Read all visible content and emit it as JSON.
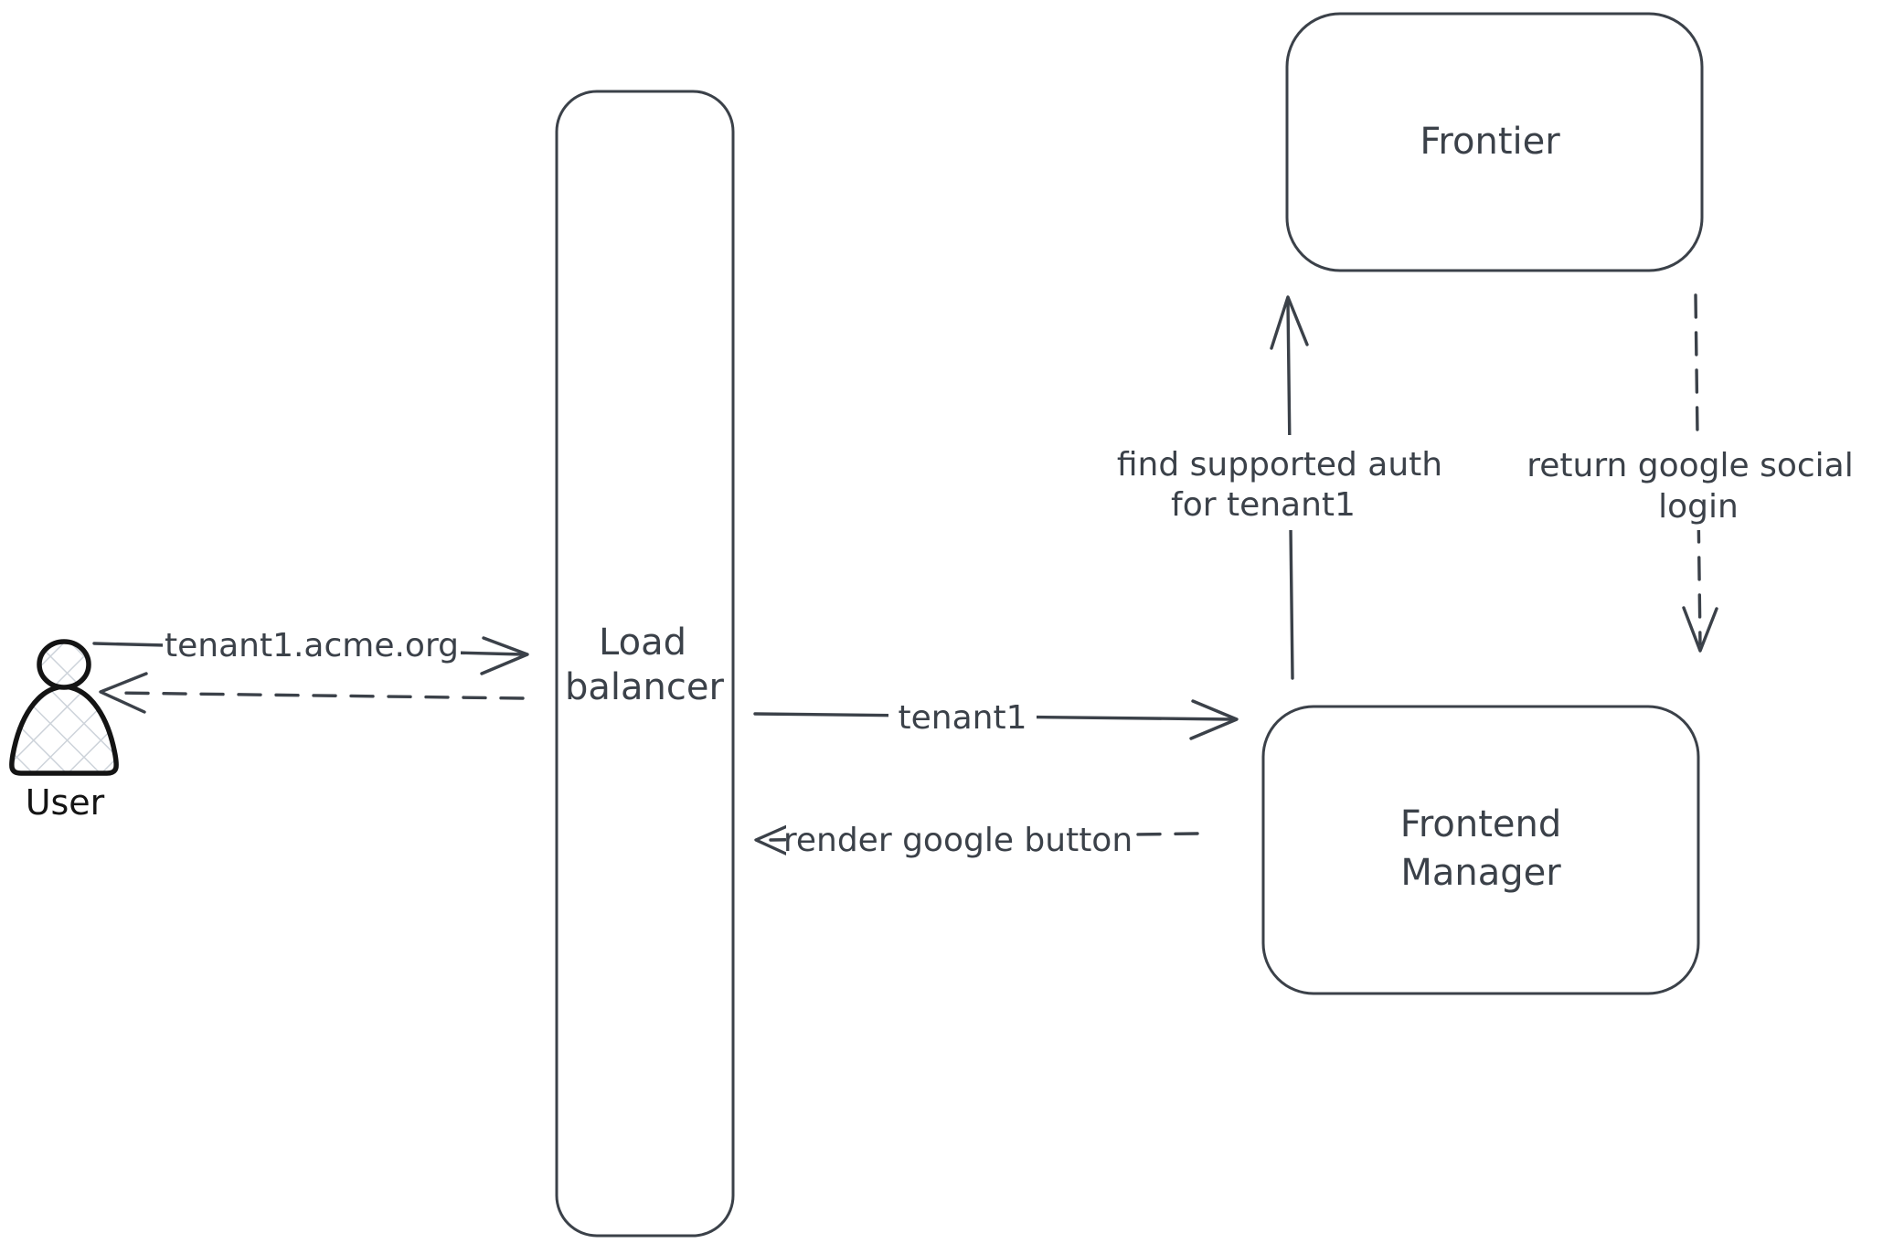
{
  "diagram": {
    "type": "architecture-flow",
    "background": "#ffffff",
    "colors": {
      "stroke": "#3b4149",
      "user_stroke": "#141414",
      "user_hatch_fill": "#cdd3da",
      "label_text": "#3b4149"
    },
    "nodes": {
      "user": {
        "label": "User",
        "icon": "user-person-icon",
        "shape": "person-crosshatch"
      },
      "load_balancer": {
        "label_line1": "Load",
        "label_line2": "balancer",
        "shape": "tall-rounded-rectangle"
      },
      "frontier": {
        "label": "Frontier",
        "shape": "rounded-rectangle"
      },
      "frontend_manager": {
        "label_line1": "Frontend",
        "label_line2": "Manager",
        "shape": "rounded-rectangle"
      }
    },
    "edges": {
      "user_to_load_balancer": {
        "label": "tenant1.acme.org",
        "style": "solid",
        "direction": "right",
        "from": "user",
        "to": "load_balancer"
      },
      "load_balancer_to_user": {
        "label": "",
        "style": "dashed",
        "direction": "left",
        "from": "load_balancer",
        "to": "user"
      },
      "load_balancer_to_frontend_manager": {
        "label": "tenant1",
        "style": "solid",
        "direction": "right",
        "from": "load_balancer",
        "to": "frontend_manager"
      },
      "frontend_manager_to_load_balancer": {
        "label": "render google button",
        "style": "dashed",
        "direction": "left",
        "from": "frontend_manager",
        "to": "load_balancer"
      },
      "frontend_manager_to_frontier": {
        "label_line1": "find supported auth",
        "label_line2": "for tenant1",
        "style": "solid",
        "direction": "up",
        "from": "frontend_manager",
        "to": "frontier"
      },
      "frontier_to_frontend_manager": {
        "label_line1": "return google social",
        "label_line2": "login",
        "style": "dashed",
        "direction": "down",
        "from": "frontier",
        "to": "frontend_manager"
      }
    }
  }
}
